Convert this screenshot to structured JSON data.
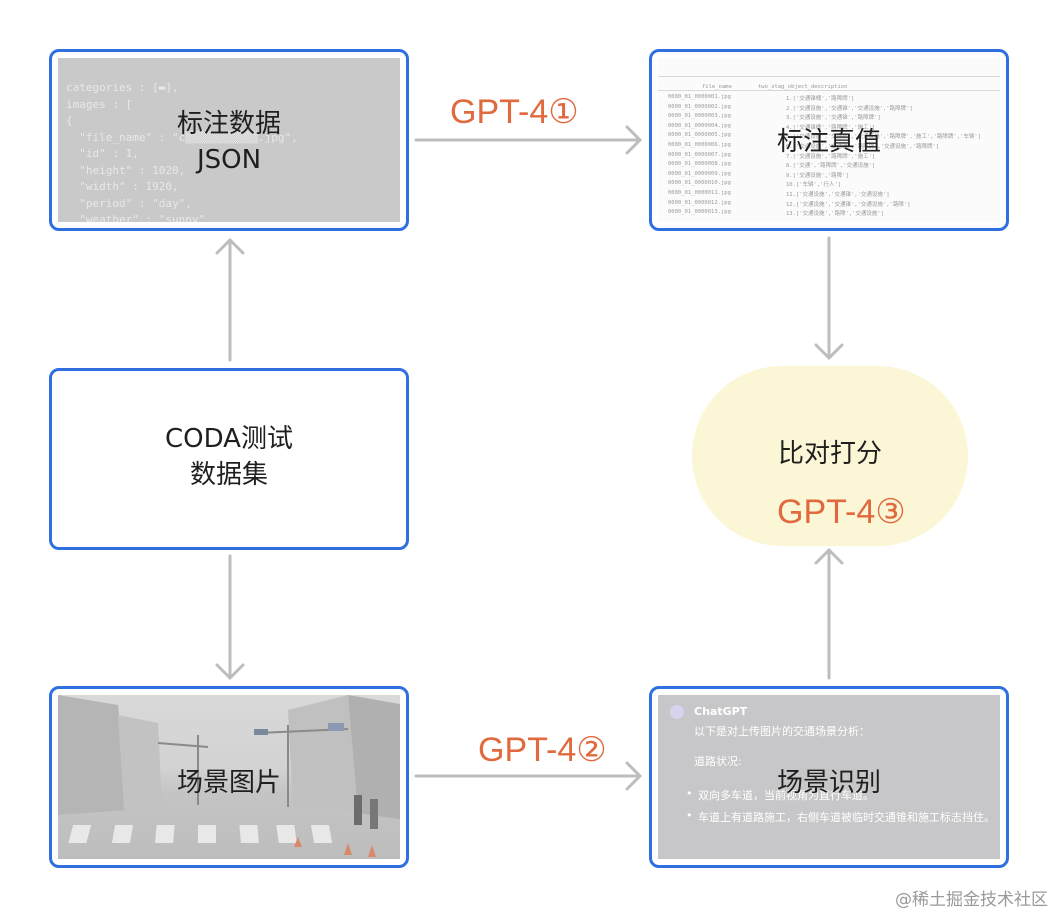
{
  "nodes": {
    "json_box": {
      "line1": "标注数据",
      "line2": "JSON"
    },
    "truth_box": {
      "label": "标注真值"
    },
    "coda_box": {
      "line1": "CODA测试",
      "line2": "数据集"
    },
    "score_oval": {
      "label": "比对打分",
      "gpt": "GPT-4③"
    },
    "scene_box": {
      "label": "场景图片"
    },
    "recog_box": {
      "label": "场景识别"
    }
  },
  "edges": {
    "gpt1": "GPT-4①",
    "gpt2": "GPT-4②"
  },
  "json_code": [
    "categories : [▬],",
    "images : [",
    "{",
    "  \"file_name\" : \"c▒▒▒▒▒▒▒▒▒▒▒.jpg\",",
    "  \"id\" : 1,",
    "  \"height\" : 1020,",
    "  \"width\" : 1920,",
    "  \"period\" : \"day\",",
    "  \"weather\" : \"sunny\"",
    "},"
  ],
  "sheet": {
    "col_header_1": "file_name",
    "col_header_2": "two_stag_object_description",
    "rows": [
      {
        "file": "0000_01_0000001.jpg",
        "desc": "1.['交通锥桶','路障牌']"
      },
      {
        "file": "0000_01_0000002.jpg",
        "desc": "2.['交通设施','交通锥','交通设施','路障牌']"
      },
      {
        "file": "0000_01_0000003.jpg",
        "desc": "3.['交通设施','交通锥','路障牌']"
      },
      {
        "file": "0000_01_0000004.jpg",
        "desc": "4.['交通锥桶','路障牌','施工']"
      },
      {
        "file": "0000_01_0000005.jpg",
        "desc": "5.['交通设施','交通锥','交通设施','路障牌','施工','路障牌','车辆']"
      },
      {
        "file": "0000_01_0000006.jpg",
        "desc": "6.['交通设施','交通锥','路障牌','交通设施','路障牌']"
      },
      {
        "file": "0000_01_0000007.jpg",
        "desc": "7.['交通设施','路障牌','施工']"
      },
      {
        "file": "0000_01_0000008.jpg",
        "desc": "8.['交通','路障牌','交通设施']"
      },
      {
        "file": "0000_01_0000009.jpg",
        "desc": "9.['交通设施','路障']"
      },
      {
        "file": "0000_01_0000010.jpg",
        "desc": "10.['车辆','行人']"
      },
      {
        "file": "0000_01_0000011.jpg",
        "desc": "11.['交通设施','交通锥','交通设施']"
      },
      {
        "file": "0000_01_0000012.jpg",
        "desc": "12.['交通设施','交通锥','交通设施','路障']"
      },
      {
        "file": "0000_01_0000013.jpg",
        "desc": "13.['交通设施','路障','交通设施']"
      }
    ]
  },
  "chat": {
    "sender": "ChatGPT",
    "intro": "以下是对上传图片的交通场景分析：",
    "road_label": "道路状况:",
    "bullet1": "双向多车道，当前视角为直行车道。",
    "bullet2": "车道上有道路施工，右侧车道被临时交通锥和施工标志挡住。"
  },
  "watermark": "@稀土掘金技术社区",
  "colors": {
    "box_border": "#2f6fe0",
    "arrow": "#bdbdbd",
    "gpt_text": "#e06a3e",
    "oval_fill": "#fbf6d6"
  }
}
